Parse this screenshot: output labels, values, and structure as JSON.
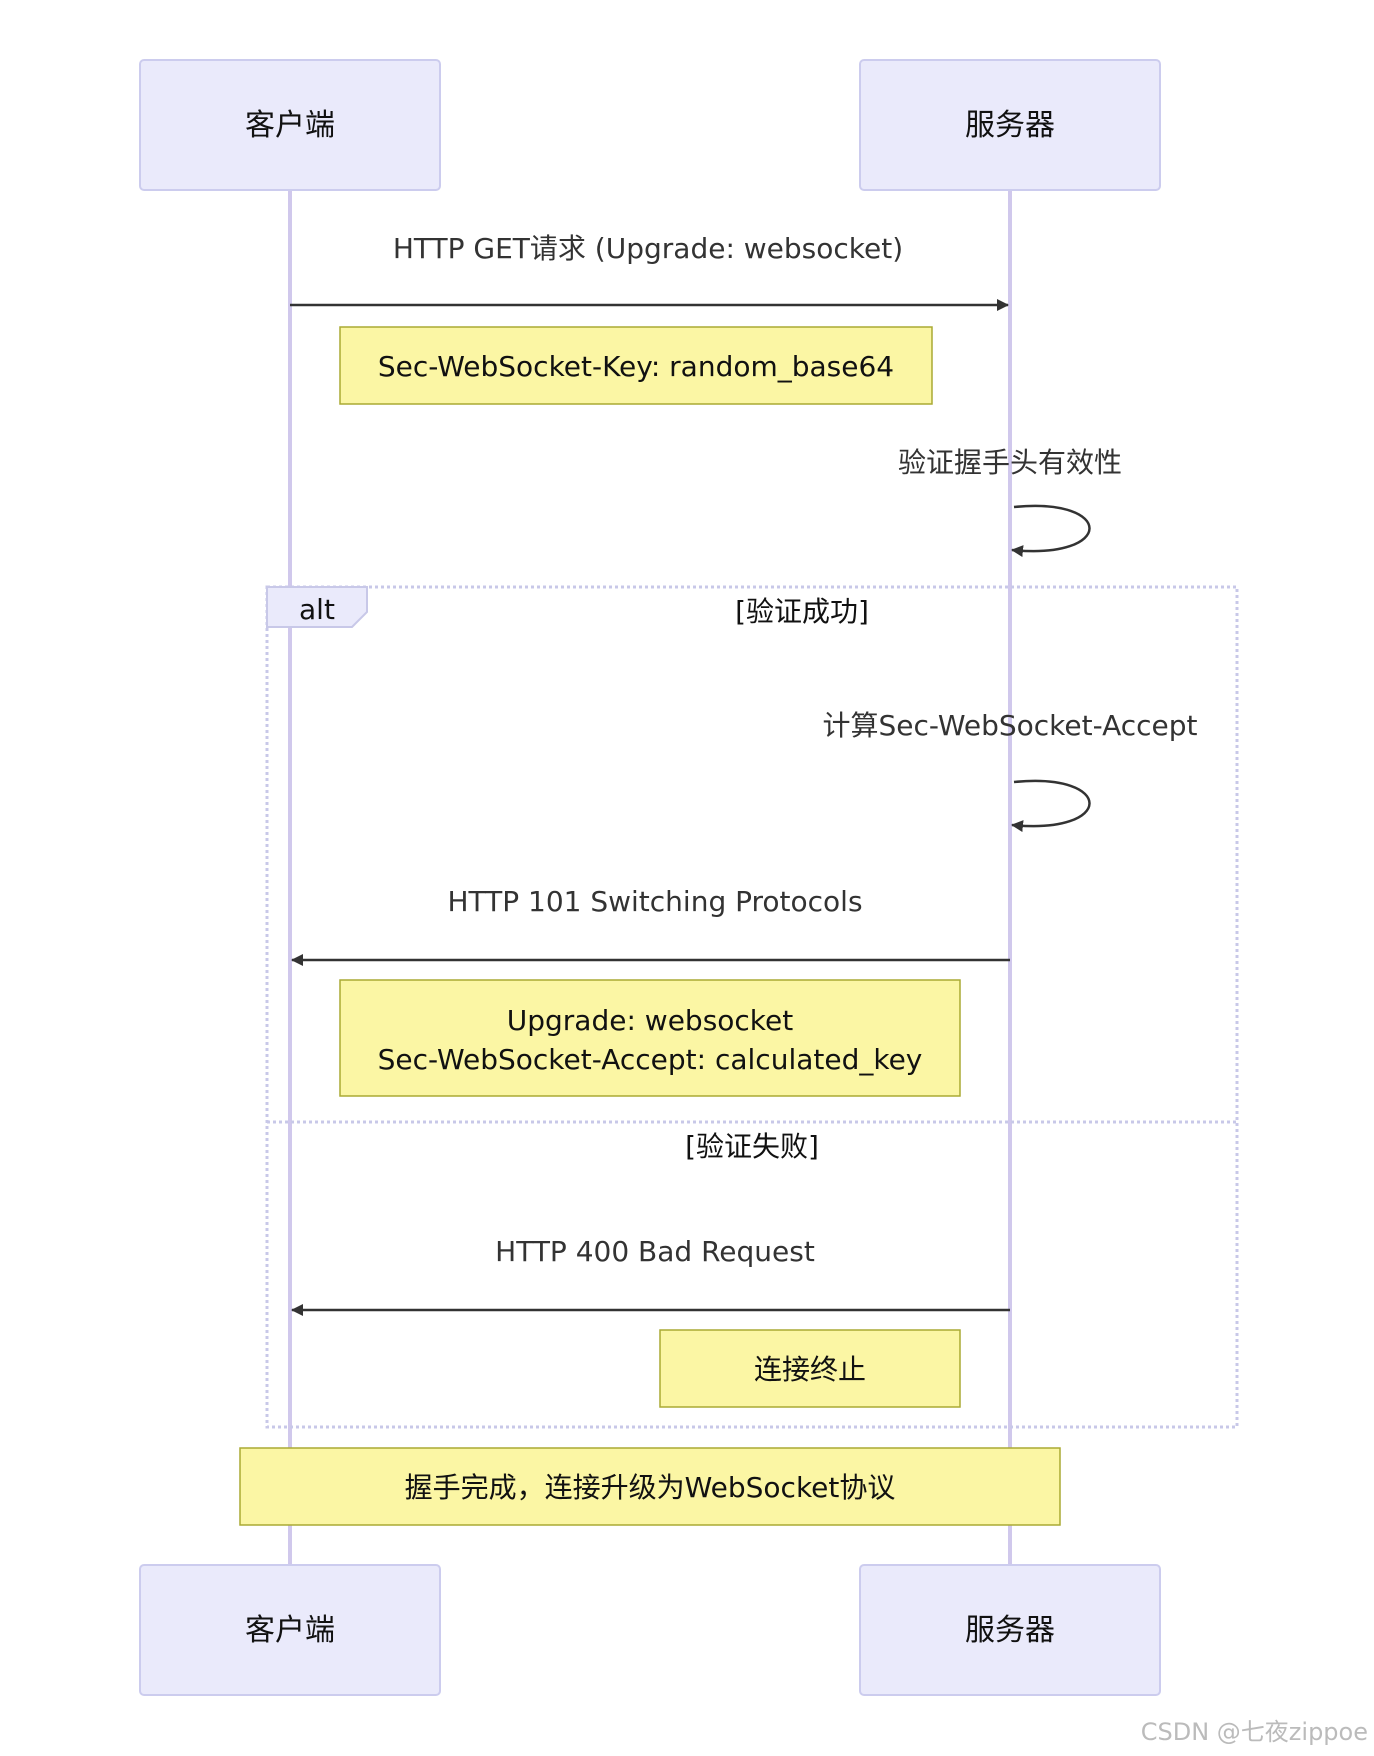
{
  "participants": [
    {
      "id": "client",
      "label": "客户端"
    },
    {
      "id": "server",
      "label": "服务器"
    }
  ],
  "messages": [
    {
      "id": "m1",
      "from": "client",
      "to": "server",
      "label": "HTTP GET请求 (Upgrade: websocket)"
    },
    {
      "id": "m2",
      "from": "server",
      "to": "server",
      "label": "验证握手头有效性"
    },
    {
      "id": "m3",
      "from": "server",
      "to": "server",
      "label": "计算Sec-WebSocket-Accept"
    },
    {
      "id": "m4",
      "from": "server",
      "to": "client",
      "label": "HTTP 101 Switching Protocols"
    },
    {
      "id": "m5",
      "from": "server",
      "to": "client",
      "label": "HTTP 400 Bad Request"
    }
  ],
  "notes": [
    {
      "id": "n1",
      "lines": [
        "Sec-WebSocket-Key: random_base64"
      ]
    },
    {
      "id": "n2",
      "lines": [
        "Upgrade: websocket",
        "Sec-WebSocket-Accept: calculated_key"
      ]
    },
    {
      "id": "n3",
      "lines": [
        "连接终止"
      ]
    },
    {
      "id": "n4",
      "lines": [
        "握手完成，连接升级为WebSocket协议"
      ]
    }
  ],
  "fragment": {
    "keyword": "alt",
    "conditions": [
      "[验证成功]",
      "[验证失败]"
    ]
  },
  "watermark": "CSDN @七夜zippoe",
  "colors": {
    "actor_fill": "#eaeafb",
    "actor_stroke": "#ccccee",
    "lifeline": "#d0c8ec",
    "arrow": "#333333",
    "note_fill": "#fbf6a4",
    "note_stroke": "#aaaa33",
    "fragment_stroke": "#c8c8e8"
  }
}
